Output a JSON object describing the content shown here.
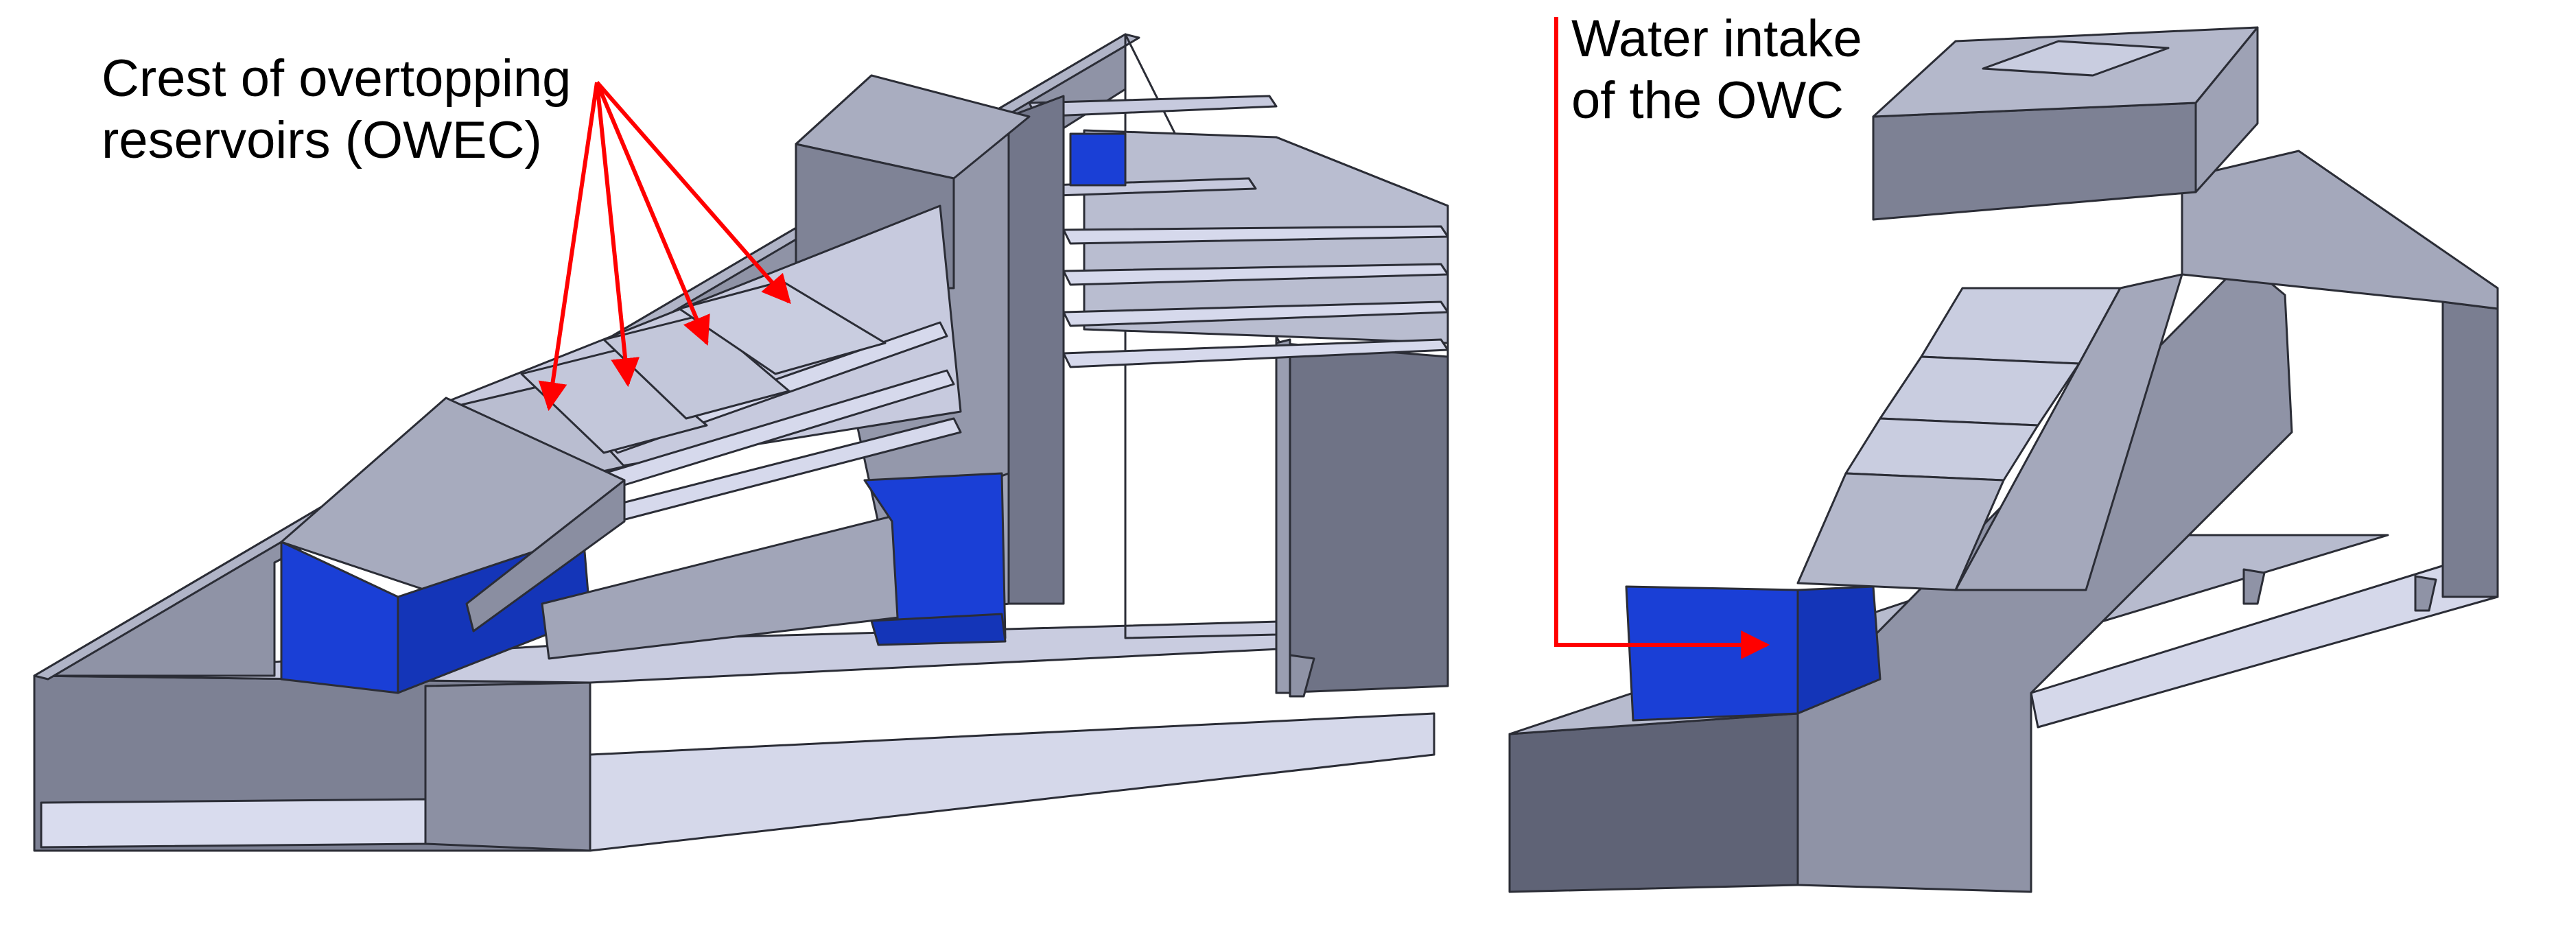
{
  "labels": {
    "owec_line1": "Crest of overtopping",
    "owec_line2": "reservoirs (OWEC)",
    "owc_line1": "Water intake",
    "owc_line2": "of the OWC"
  },
  "colors": {
    "arrow": "#ff0000",
    "structure": "#a7abbe",
    "structure_dark": "#6e7284",
    "plate_light": "#d2d5e8",
    "water_blue": "#1a3fd6",
    "outline": "#2b2d36"
  }
}
